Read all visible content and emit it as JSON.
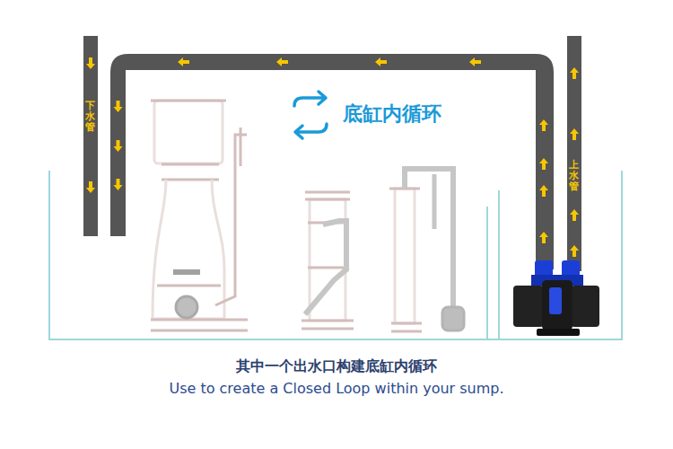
{
  "diagram": {
    "caption": "其中一个出水口构建底缸内循环",
    "nodes": [
      {
        "text": [
          "下水管"
        ]
      },
      {
        "text": [
          "上水管"
        ]
      }
    ],
    "labels": [
      "底缸内循环",
      "Use to create a Closed Loop within your sump."
    ]
  }
}
